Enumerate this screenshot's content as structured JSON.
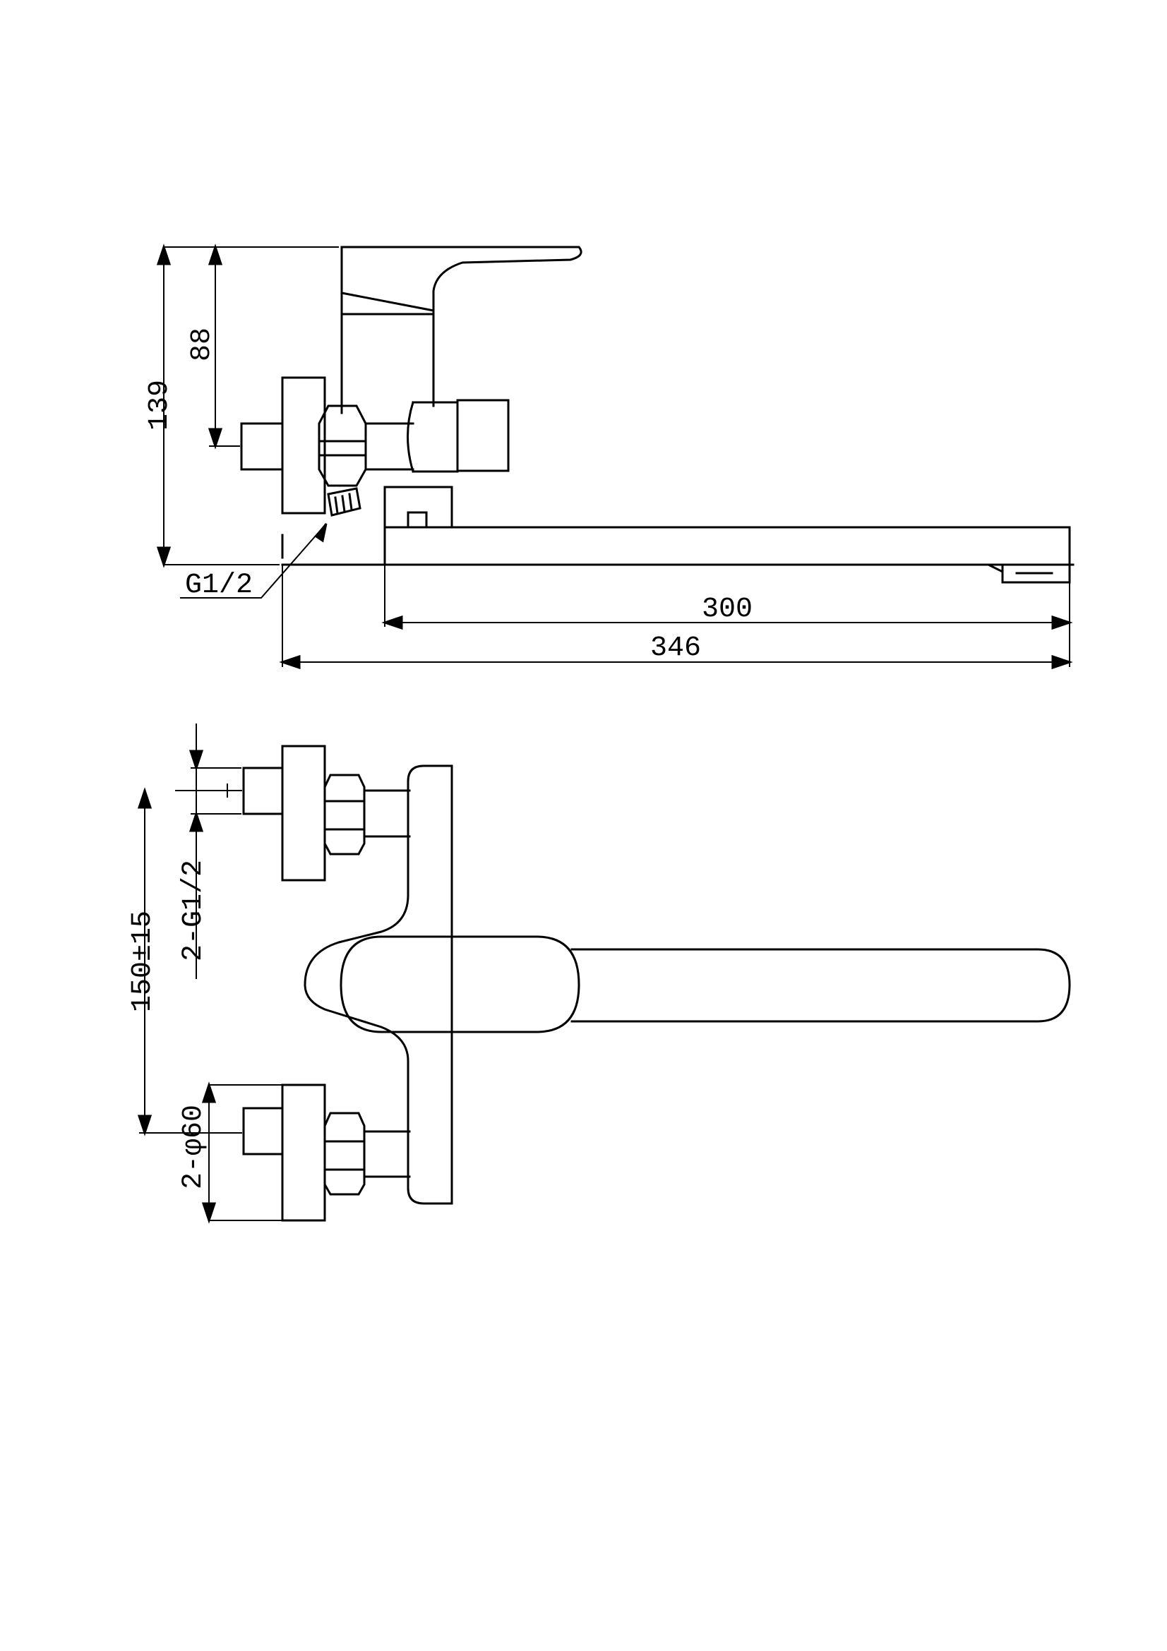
{
  "side_view": {
    "dim_height_total": "139",
    "dim_height_inlet": "88",
    "thread_label": "G1/2",
    "dim_spout_reach": "300",
    "dim_overall_length": "346"
  },
  "top_view": {
    "dim_centers": "150±15",
    "dim_threads": "2-G1/2",
    "dim_flange": "2-φ60"
  }
}
